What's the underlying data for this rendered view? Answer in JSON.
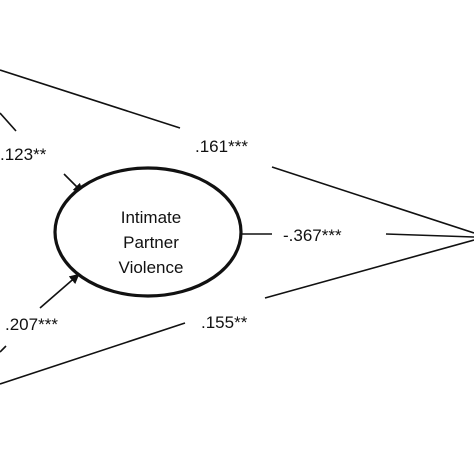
{
  "diagram": {
    "mediator": {
      "lines": [
        "Intimate",
        "Partner",
        "Violence"
      ]
    },
    "paths": {
      "top_to_mediator": ".123**",
      "top_to_outcome": ".161***",
      "mediator_to_outcome": "-.367***",
      "bottom_to_mediator": ".207***",
      "bottom_to_outcome": ".155**"
    },
    "colors": {
      "line": "#111111",
      "background": "#ffffff"
    }
  }
}
